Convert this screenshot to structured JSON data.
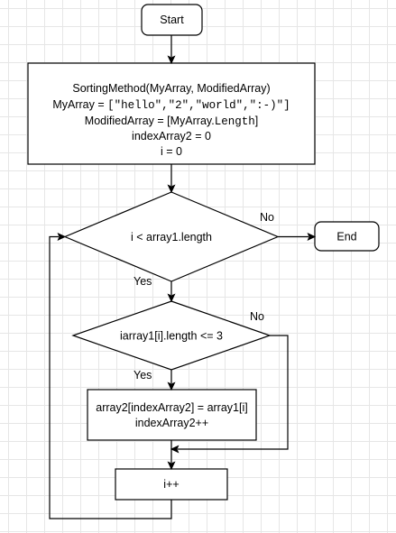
{
  "nodes": {
    "start": "Start",
    "init": {
      "line1": "SortingMethod(MyArray, ModifiedArray)",
      "line2_prefix": "MyArray = ",
      "line2_code": "[\"hello\",\"2\",\"world\",\":-)\"]",
      "line3_prefix": "ModifiedArray = [MyArray.",
      "line3_code": "Length",
      "line3_suffix": "]",
      "line4": "indexArray2 = 0",
      "line5": "i = 0"
    },
    "cond1": "i < array1.length",
    "end": "End",
    "cond2": "iarray1[i].length <= 3",
    "assign": {
      "line1": "array2[indexArray2] = array1[i]",
      "line2": "indexArray2++"
    },
    "incr": "i++"
  },
  "edges": {
    "cond1_no": "No",
    "cond1_yes": "Yes",
    "cond2_no": "No",
    "cond2_yes": "Yes"
  }
}
